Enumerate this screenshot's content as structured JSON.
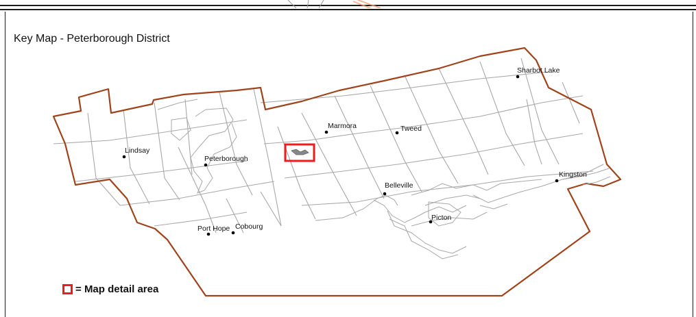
{
  "title": "Key Map - Peterborough District",
  "legend": {
    "symbol": "=",
    "text": "Map detail area"
  },
  "colors": {
    "district_boundary": "#a0421a",
    "township_lines": "#a8a8a8",
    "detail_area": "#ee1c1c",
    "text": "#111111"
  },
  "towns": [
    "Sharbot Lake",
    "Marmora",
    "Tweed",
    "Lindsay",
    "Peterborough",
    "Kingston",
    "Belleville",
    "Picton",
    "Port Hope",
    "Cobourg"
  ]
}
